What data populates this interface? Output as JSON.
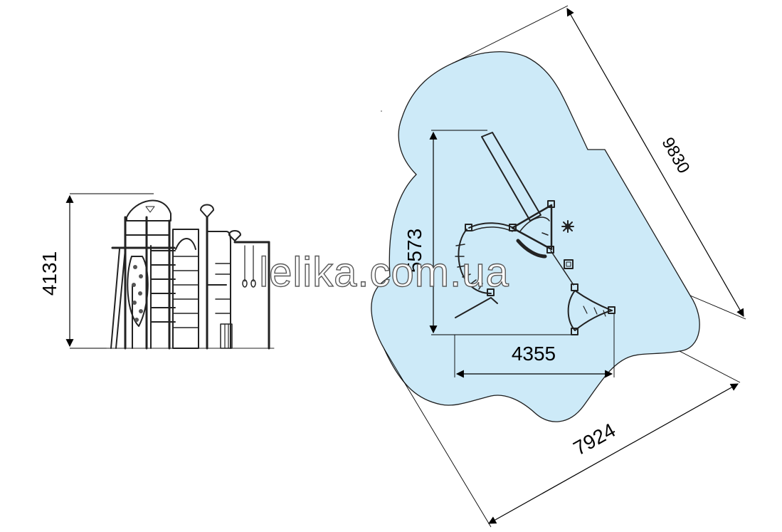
{
  "dimensions": {
    "side_height": "4131",
    "plan_height": "5573",
    "plan_width": "4355",
    "zone_diagonal": "9830",
    "zone_width": "7924"
  },
  "watermark": "lelika.com.ua",
  "colors": {
    "safety_zone_fill": "#cdeaf8",
    "safety_zone_stroke": "#1c1c1c",
    "line": "#000000"
  }
}
